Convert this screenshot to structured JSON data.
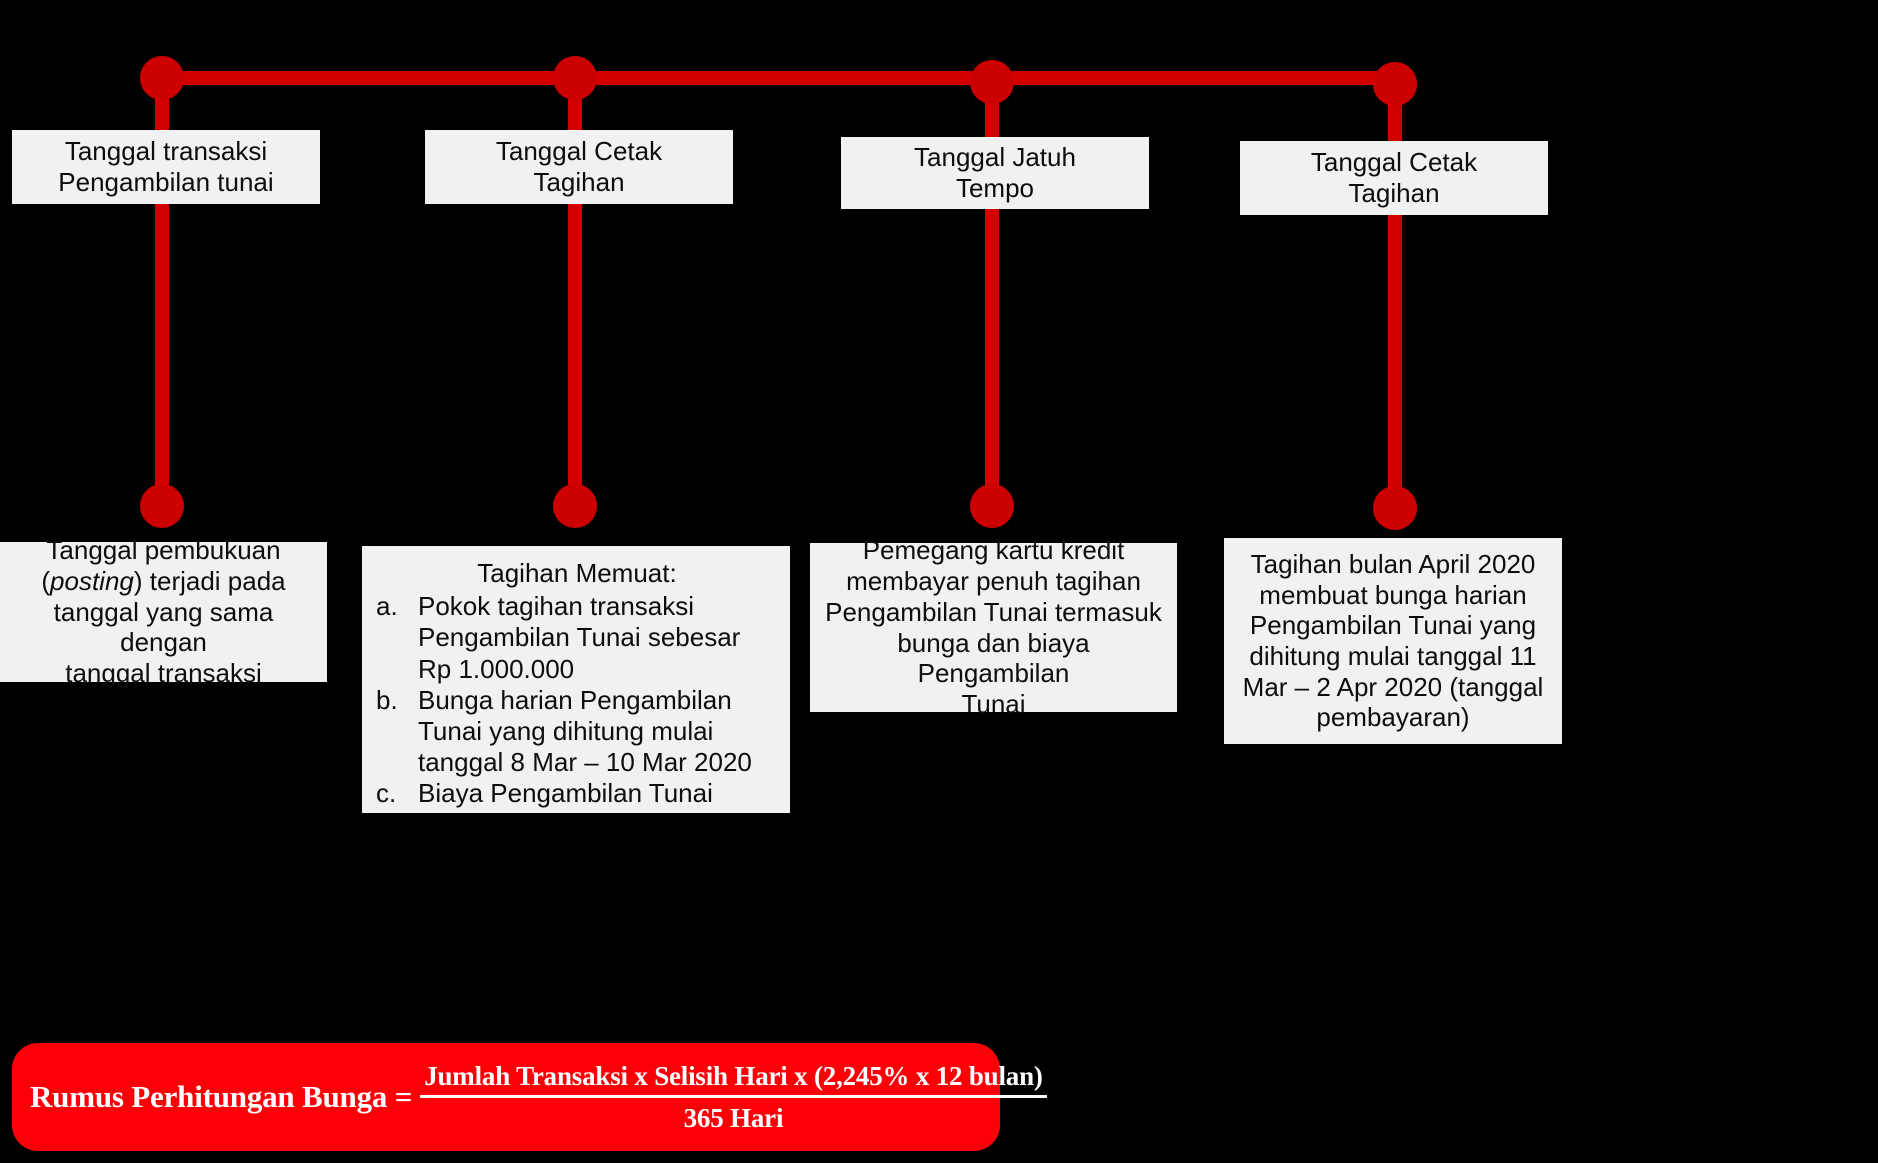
{
  "colors": {
    "background": "#000000",
    "rail": "#D20000",
    "node": "#CC0000",
    "card_bg": "#F1F1F1",
    "formula_bg": "#FB0007",
    "formula_text": "#FFFFFF"
  },
  "timeline": {
    "milestones": [
      {
        "id": "transaksi",
        "top_label_line1": "Tanggal transaksi",
        "top_label_line2": "Pengambilan tunai"
      },
      {
        "id": "cetak-tagihan-1",
        "top_label_line1": "Tanggal Cetak",
        "top_label_line2": "Tagihan"
      },
      {
        "id": "jatuh-tempo",
        "top_label_line1": "Tanggal Jatuh",
        "top_label_line2": "Tempo"
      },
      {
        "id": "cetak-tagihan-2",
        "top_label_line1": "Tanggal Cetak",
        "top_label_line2": "Tagihan"
      }
    ]
  },
  "details": {
    "box1": {
      "line1": "Tanggal pembukuan",
      "line2_pre": "(",
      "line2_italic": "posting",
      "line2_post": ") terjadi pada",
      "line3": "tanggal yang sama dengan",
      "line4": "tanggal transaksi"
    },
    "box2": {
      "title": "Tagihan Memuat:",
      "items": [
        {
          "marker": "a.",
          "text": "Pokok tagihan transaksi Pengambilan Tunai sebesar Rp 1.000.000"
        },
        {
          "marker": "b.",
          "text": "Bunga harian Pengambilan Tunai yang dihitung mulai tanggal 8 Mar – 10 Mar 2020"
        },
        {
          "marker": "c.",
          "text": "Biaya Pengambilan Tunai"
        }
      ]
    },
    "box3": {
      "line1": "Pemegang kartu kredit",
      "line2": "membayar penuh tagihan",
      "line3": "Pengambilan Tunai termasuk",
      "line4": "bunga dan biaya Pengambilan",
      "line5": "Tunai"
    },
    "box4": {
      "line1": "Tagihan bulan April 2020",
      "line2": "membuat bunga harian",
      "line3": "Pengambilan Tunai yang",
      "line4": "dihitung mulai tanggal 11",
      "line5": "Mar – 2 Apr 2020 (tanggal",
      "line6": "pembayaran)"
    }
  },
  "formula": {
    "label": "Rumus Perhitungan Bunga =",
    "numerator": "Jumlah Transaksi x Selisih Hari x (2,245% x 12 bulan)",
    "denominator": "365 Hari"
  }
}
